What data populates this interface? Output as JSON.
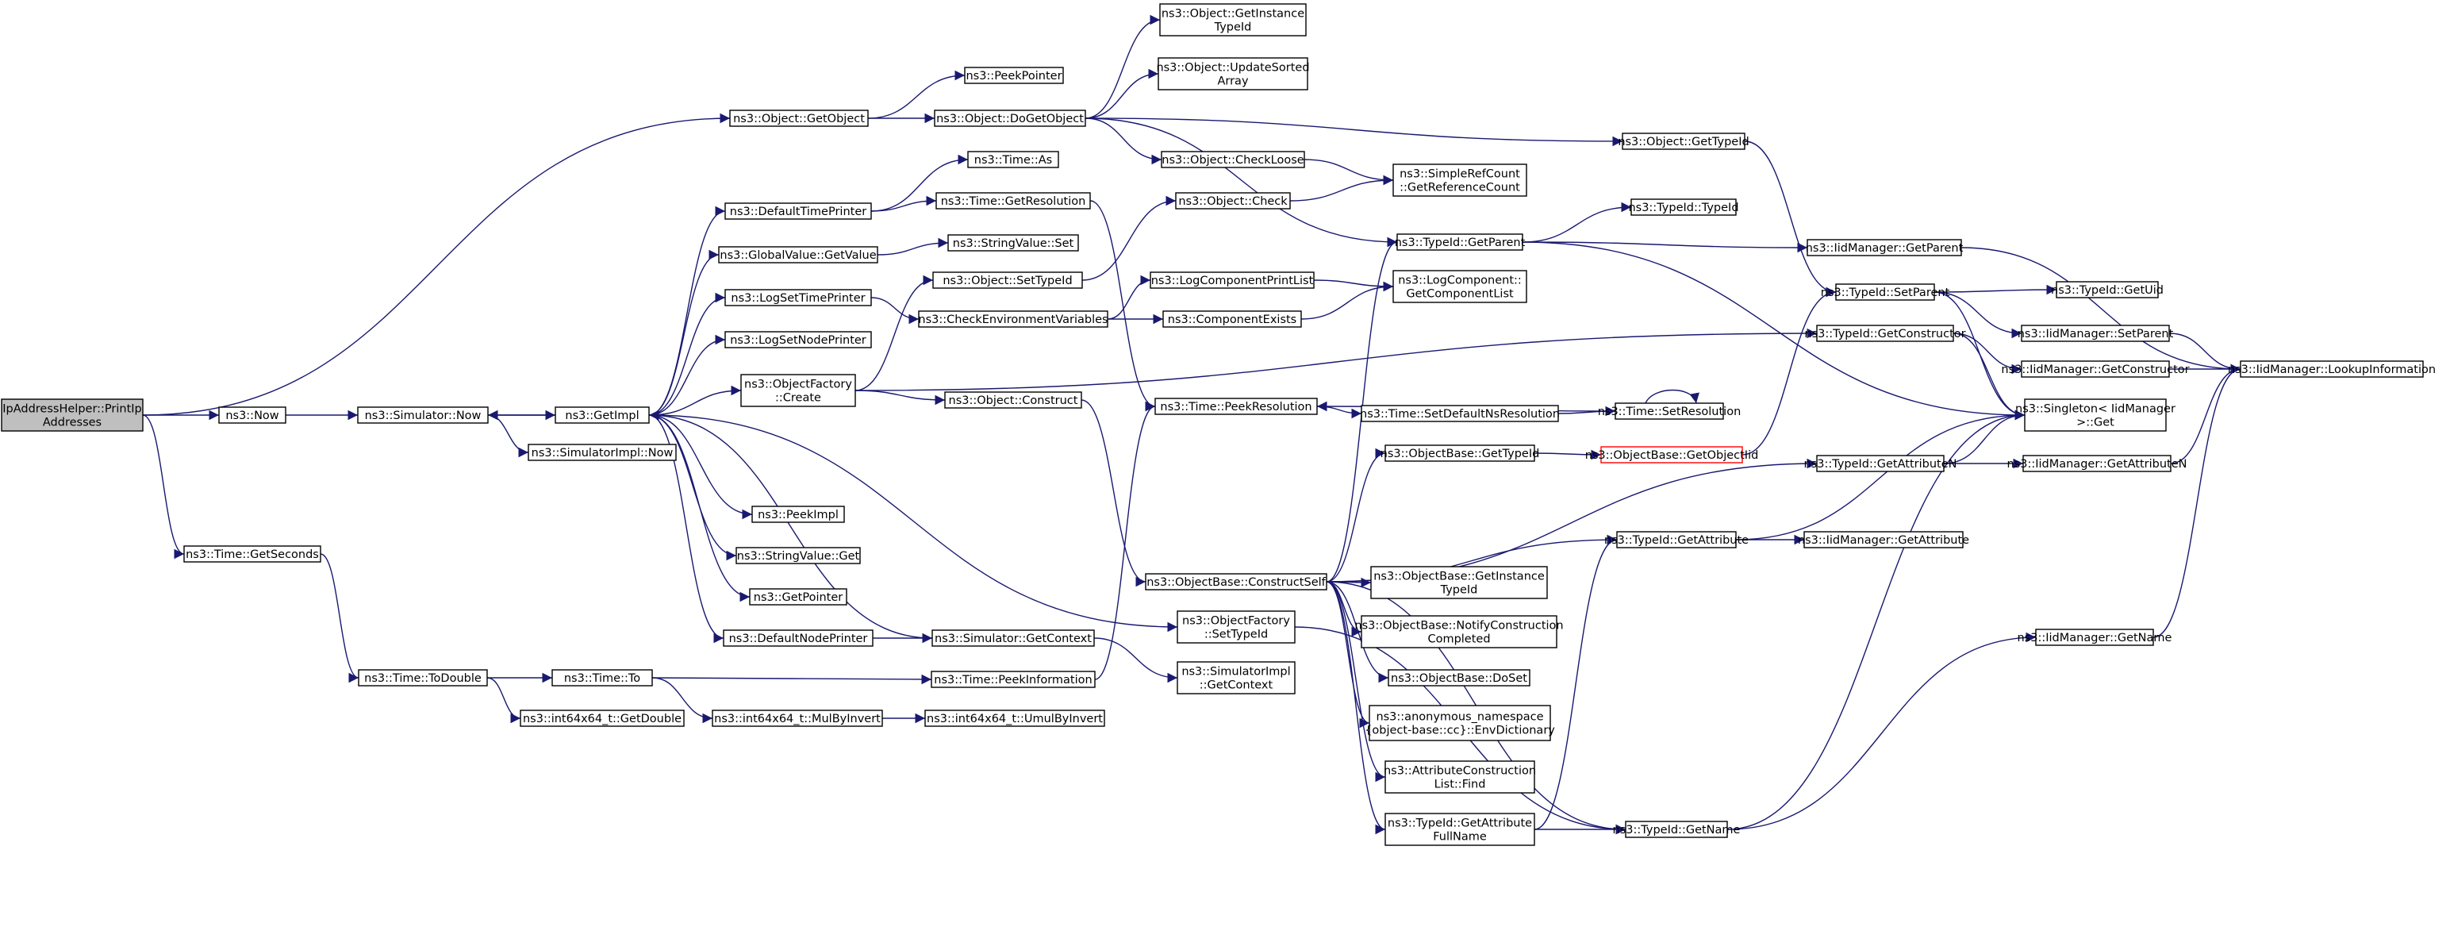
{
  "diagram": {
    "type": "call-graph",
    "colors": {
      "edge": "#191970",
      "root_fill": "#bfbfbf",
      "node_border": "#000000",
      "missing_border": "#ff0000"
    },
    "nodes": [
      {
        "id": "root",
        "lines": [
          "IpAddressHelper::PrintIp",
          "Addresses"
        ],
        "root": true
      },
      {
        "id": "now",
        "lines": [
          "ns3::Now"
        ]
      },
      {
        "id": "timegetseconds",
        "lines": [
          "ns3::Time::GetSeconds"
        ]
      },
      {
        "id": "simnow",
        "lines": [
          "ns3::Simulator::Now"
        ]
      },
      {
        "id": "getimpl",
        "lines": [
          "ns3::GetImpl"
        ]
      },
      {
        "id": "simimplnow",
        "lines": [
          "ns3::SimulatorImpl::Now"
        ]
      },
      {
        "id": "objgetobject",
        "lines": [
          "ns3::Object::GetObject"
        ]
      },
      {
        "id": "defaulttimeprinter",
        "lines": [
          "ns3::DefaultTimePrinter"
        ]
      },
      {
        "id": "globalvalue",
        "lines": [
          "ns3::GlobalValue::GetValue"
        ]
      },
      {
        "id": "logsettime",
        "lines": [
          "ns3::LogSetTimePrinter"
        ]
      },
      {
        "id": "logsetnode",
        "lines": [
          "ns3::LogSetNodePrinter"
        ]
      },
      {
        "id": "objfactorycreate",
        "lines": [
          "ns3::ObjectFactory",
          "::Create"
        ]
      },
      {
        "id": "peekimpl",
        "lines": [
          "ns3::PeekImpl"
        ]
      },
      {
        "id": "stringvalueget",
        "lines": [
          "ns3::StringValue::Get"
        ]
      },
      {
        "id": "getpointer",
        "lines": [
          "ns3::GetPointer"
        ]
      },
      {
        "id": "defaultnodeprinter",
        "lines": [
          "ns3::DefaultNodePrinter"
        ]
      },
      {
        "id": "timetodouble",
        "lines": [
          "ns3::Time::ToDouble"
        ]
      },
      {
        "id": "timeto",
        "lines": [
          "ns3::Time::To"
        ]
      },
      {
        "id": "getdouble",
        "lines": [
          "ns3::int64x64_t::GetDouble"
        ]
      },
      {
        "id": "mulbyinvert",
        "lines": [
          "ns3::int64x64_t::MulByInvert"
        ]
      },
      {
        "id": "umulbyinvert",
        "lines": [
          "ns3::int64x64_t::UmulByInvert"
        ]
      },
      {
        "id": "peekpointer",
        "lines": [
          "ns3::PeekPointer"
        ]
      },
      {
        "id": "dogetobject",
        "lines": [
          "ns3::Object::DoGetObject"
        ]
      },
      {
        "id": "timeas",
        "lines": [
          "ns3::Time::As"
        ]
      },
      {
        "id": "timegetres",
        "lines": [
          "ns3::Time::GetResolution"
        ]
      },
      {
        "id": "stringvalueset",
        "lines": [
          "ns3::StringValue::Set"
        ]
      },
      {
        "id": "objsettypeid",
        "lines": [
          "ns3::Object::SetTypeId"
        ]
      },
      {
        "id": "checkenv",
        "lines": [
          "ns3::CheckEnvironmentVariables"
        ]
      },
      {
        "id": "objconstruct",
        "lines": [
          "ns3::Object::Construct"
        ]
      },
      {
        "id": "simgetcontext",
        "lines": [
          "ns3::Simulator::GetContext"
        ]
      },
      {
        "id": "timepeekinfo",
        "lines": [
          "ns3::Time::PeekInformation"
        ]
      },
      {
        "id": "objgetinstancetid",
        "lines": [
          "ns3::Object::GetInstance",
          "TypeId"
        ]
      },
      {
        "id": "objupdatesorted",
        "lines": [
          "ns3::Object::UpdateSorted",
          "Array"
        ]
      },
      {
        "id": "objcheckloose",
        "lines": [
          "ns3::Object::CheckLoose"
        ]
      },
      {
        "id": "objcheck",
        "lines": [
          "ns3::Object::Check"
        ]
      },
      {
        "id": "logcompprintlist",
        "lines": [
          "ns3::LogComponentPrintList"
        ]
      },
      {
        "id": "componentexists",
        "lines": [
          "ns3::ComponentExists"
        ]
      },
      {
        "id": "timepeekres",
        "lines": [
          "ns3::Time::PeekResolution"
        ]
      },
      {
        "id": "objbaseconstructself",
        "lines": [
          "ns3::ObjectBase::ConstructSelf"
        ]
      },
      {
        "id": "objfactorysettid",
        "lines": [
          "ns3::ObjectFactory",
          "::SetTypeId"
        ]
      },
      {
        "id": "simimplgetctx",
        "lines": [
          "ns3::SimulatorImpl",
          "::GetContext"
        ]
      },
      {
        "id": "objgettypeid",
        "lines": [
          "ns3::Object::GetTypeId"
        ]
      },
      {
        "id": "simplerefcount",
        "lines": [
          "ns3::SimpleRefCount",
          "::GetReferenceCount"
        ]
      },
      {
        "id": "typeidtypeid",
        "lines": [
          "ns3::TypeId::TypeId"
        ]
      },
      {
        "id": "typeidgetparent",
        "lines": [
          "ns3::TypeId::GetParent"
        ]
      },
      {
        "id": "logcompgetlist",
        "lines": [
          "ns3::LogComponent::",
          "GetComponentList"
        ]
      },
      {
        "id": "timesetdefault",
        "lines": [
          "ns3::Time::SetDefaultNsResolution"
        ]
      },
      {
        "id": "timesetres",
        "lines": [
          "ns3::Time::SetResolution"
        ]
      },
      {
        "id": "objbasegettypeid",
        "lines": [
          "ns3::ObjectBase::GetTypeId"
        ]
      },
      {
        "id": "objbasegetobjectiid",
        "lines": [
          "ns3::ObjectBase::GetObjectIid"
        ],
        "missing": true
      },
      {
        "id": "objbasegetinstance",
        "lines": [
          "ns3::ObjectBase::GetInstance",
          "TypeId"
        ]
      },
      {
        "id": "objbasenotify",
        "lines": [
          "ns3::ObjectBase::NotifyConstruction",
          "Completed"
        ]
      },
      {
        "id": "objbasedoset",
        "lines": [
          "ns3::ObjectBase::DoSet"
        ]
      },
      {
        "id": "anonenvdict",
        "lines": [
          "ns3::anonymous_namespace",
          "{object-base::cc}::EnvDictionary"
        ]
      },
      {
        "id": "attrconstructfind",
        "lines": [
          "ns3::AttributeConstruction",
          "List::Find"
        ]
      },
      {
        "id": "typeidgetattrfull",
        "lines": [
          "ns3::TypeId::GetAttribute",
          "FullName"
        ]
      },
      {
        "id": "typeidgetname",
        "lines": [
          "ns3::TypeId::GetName"
        ]
      },
      {
        "id": "typeidgetattribute",
        "lines": [
          "ns3::TypeId::GetAttribute"
        ]
      },
      {
        "id": "typeidgetattributen",
        "lines": [
          "ns3::TypeId::GetAttributeN"
        ]
      },
      {
        "id": "typeidgetconstructor",
        "lines": [
          "ns3::TypeId::GetConstructor"
        ]
      },
      {
        "id": "typeidsetparent",
        "lines": [
          "ns3::TypeId::SetParent"
        ]
      },
      {
        "id": "iidgetparent",
        "lines": [
          "ns3::IidManager::GetParent"
        ]
      },
      {
        "id": "iidgetattribute",
        "lines": [
          "ns3::IidManager::GetAttribute"
        ]
      },
      {
        "id": "iidgetname",
        "lines": [
          "ns3::IidManager::GetName"
        ]
      },
      {
        "id": "typeidgetuid",
        "lines": [
          "ns3::TypeId::GetUid"
        ]
      },
      {
        "id": "iidsetparent",
        "lines": [
          "ns3::IidManager::SetParent"
        ]
      },
      {
        "id": "iidgetconstructor",
        "lines": [
          "ns3::IidManager::GetConstructor"
        ]
      },
      {
        "id": "singletonget",
        "lines": [
          "ns3::Singleton< IidManager",
          ">::Get"
        ]
      },
      {
        "id": "iidgetattributen",
        "lines": [
          "ns3::IidManager::GetAttributeN"
        ]
      },
      {
        "id": "iidlookup",
        "lines": [
          "ns3::IidManager::LookupInformation"
        ]
      }
    ],
    "edges": [
      [
        "root",
        "now"
      ],
      [
        "root",
        "timegetseconds"
      ],
      [
        "root",
        "objgetobject"
      ],
      [
        "now",
        "simnow"
      ],
      [
        "simnow",
        "getimpl"
      ],
      [
        "simnow",
        "simimplnow"
      ],
      [
        "getimpl",
        "simnow"
      ],
      [
        "getimpl",
        "defaulttimeprinter"
      ],
      [
        "getimpl",
        "globalvalue"
      ],
      [
        "getimpl",
        "logsettime"
      ],
      [
        "getimpl",
        "logsetnode"
      ],
      [
        "getimpl",
        "objfactorycreate"
      ],
      [
        "getimpl",
        "peekimpl"
      ],
      [
        "getimpl",
        "stringvalueget"
      ],
      [
        "getimpl",
        "getpointer"
      ],
      [
        "getimpl",
        "defaultnodeprinter"
      ],
      [
        "getimpl",
        "objfactorysettid"
      ],
      [
        "timegetseconds",
        "timetodouble"
      ],
      [
        "timetodouble",
        "timeto"
      ],
      [
        "timetodouble",
        "getdouble"
      ],
      [
        "timeto",
        "timepeekinfo"
      ],
      [
        "timeto",
        "mulbyinvert"
      ],
      [
        "mulbyinvert",
        "umulbyinvert"
      ],
      [
        "objgetobject",
        "peekpointer"
      ],
      [
        "objgetobject",
        "dogetobject"
      ],
      [
        "dogetobject",
        "objgetinstancetid"
      ],
      [
        "dogetobject",
        "objupdatesorted"
      ],
      [
        "dogetobject",
        "objcheckloose"
      ],
      [
        "dogetobject",
        "objgettypeid"
      ],
      [
        "dogetobject",
        "typeidgetparent"
      ],
      [
        "defaulttimeprinter",
        "timeas"
      ],
      [
        "defaulttimeprinter",
        "timegetres"
      ],
      [
        "globalvalue",
        "stringvalueset"
      ],
      [
        "logsettime",
        "checkenv"
      ],
      [
        "objfactorycreate",
        "objsettypeid"
      ],
      [
        "objfactorycreate",
        "objconstruct"
      ],
      [
        "objfactorycreate",
        "typeidgetconstructor"
      ],
      [
        "defaultnodeprinter",
        "simgetcontext"
      ],
      [
        "simgetcontext",
        "getimpl"
      ],
      [
        "simgetcontext",
        "simimplgetctx"
      ],
      [
        "timepeekinfo",
        "timepeekres"
      ],
      [
        "timegetres",
        "timepeekres"
      ],
      [
        "objsettypeid",
        "objcheck"
      ],
      [
        "objcheckloose",
        "simplerefcount"
      ],
      [
        "objcheck",
        "simplerefcount"
      ],
      [
        "checkenv",
        "logcompprintlist"
      ],
      [
        "checkenv",
        "componentexists"
      ],
      [
        "logcompprintlist",
        "logcompgetlist"
      ],
      [
        "componentexists",
        "logcompgetlist"
      ],
      [
        "objconstruct",
        "objbaseconstructself"
      ],
      [
        "objbaseconstructself",
        "typeidgetparent"
      ],
      [
        "objbaseconstructself",
        "objbasegettypeid"
      ],
      [
        "objbaseconstructself",
        "typeidgetattributen"
      ],
      [
        "objbaseconstructself",
        "typeidgetattribute"
      ],
      [
        "objbaseconstructself",
        "objbasegetinstance"
      ],
      [
        "objbaseconstructself",
        "objbasenotify"
      ],
      [
        "objbaseconstructself",
        "objbasedoset"
      ],
      [
        "objbaseconstructself",
        "anonenvdict"
      ],
      [
        "objbaseconstructself",
        "attrconstructfind"
      ],
      [
        "objbaseconstructself",
        "typeidgetattrfull"
      ],
      [
        "objbaseconstructself",
        "typeidgetname"
      ],
      [
        "objfactorysettid",
        "typeidgetname"
      ],
      [
        "objgettypeid",
        "typeidsetparent"
      ],
      [
        "typeidgetparent",
        "typeidtypeid"
      ],
      [
        "typeidgetparent",
        "iidgetparent"
      ],
      [
        "typeidgetparent",
        "singletonget"
      ],
      [
        "timepeekres",
        "timesetdefault"
      ],
      [
        "timesetdefault",
        "timesetres"
      ],
      [
        "timesetres",
        "timepeekres"
      ],
      [
        "timesetres",
        "timesetres"
      ],
      [
        "objbasegettypeid",
        "objbasegetobjectiid"
      ],
      [
        "objbasegetobjectiid",
        "typeidsetparent"
      ],
      [
        "typeidgetattrfull",
        "typeidgetattribute"
      ],
      [
        "typeidgetattrfull",
        "typeidgetname"
      ],
      [
        "typeidgetname",
        "singletonget"
      ],
      [
        "typeidgetname",
        "iidgetname"
      ],
      [
        "typeidgetattribute",
        "singletonget"
      ],
      [
        "typeidgetattribute",
        "iidgetattribute"
      ],
      [
        "typeidgetattributen",
        "singletonget"
      ],
      [
        "typeidgetattributen",
        "iidgetattributen"
      ],
      [
        "typeidgetconstructor",
        "singletonget"
      ],
      [
        "typeidgetconstructor",
        "iidgetconstructor"
      ],
      [
        "typeidsetparent",
        "typeidgetuid"
      ],
      [
        "typeidsetparent",
        "iidsetparent"
      ],
      [
        "typeidsetparent",
        "singletonget"
      ],
      [
        "iidgetparent",
        "iidlookup"
      ],
      [
        "iidgetname",
        "iidlookup"
      ],
      [
        "iidsetparent",
        "iidlookup"
      ],
      [
        "iidgetconstructor",
        "iidlookup"
      ],
      [
        "iidgetattributen",
        "iidlookup"
      ]
    ]
  }
}
